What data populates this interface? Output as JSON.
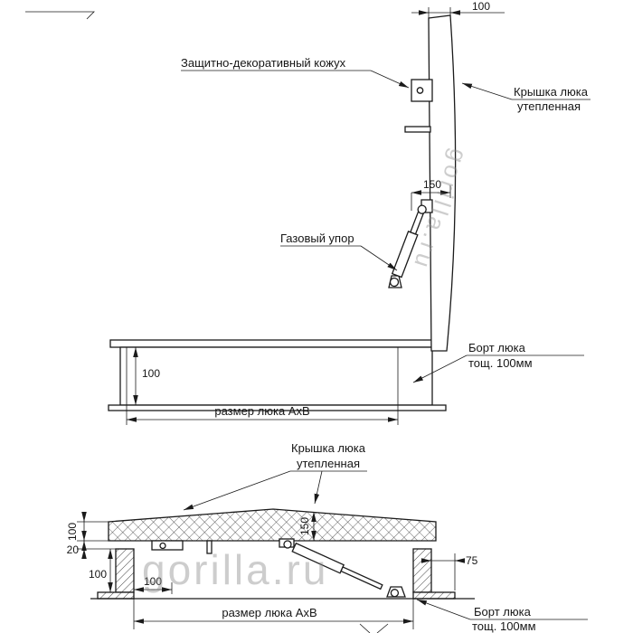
{
  "meta": {
    "watermark": "gorilla.ru"
  },
  "colors": {
    "line": "#1b1b1b",
    "watermark_gray": "#8a8a8a"
  },
  "top_view": {
    "labels": {
      "casing": "Защитно-декоративный кожух",
      "lid_1": "Крышка люка",
      "lid_2": "утепленная",
      "gas_strut": "Газовый упор",
      "bort_1": "Борт люка",
      "bort_2": "тощ. 100мм",
      "size": "размер люка АхВ"
    },
    "dims": {
      "lid_width": "100",
      "strut_offset": "150",
      "bort_height": "100"
    }
  },
  "bottom_view": {
    "labels": {
      "lid_1": "Крышка люка",
      "lid_2": "утепленная",
      "bort_1": "Борт люка",
      "bort_2": "тощ. 100мм",
      "size": "размер люка АхВ"
    },
    "dims": {
      "lid_thickness": "100",
      "overlap": "20",
      "bort_height": "100",
      "inner_offset": "100",
      "flange_width": "75",
      "center_height": "150"
    }
  }
}
